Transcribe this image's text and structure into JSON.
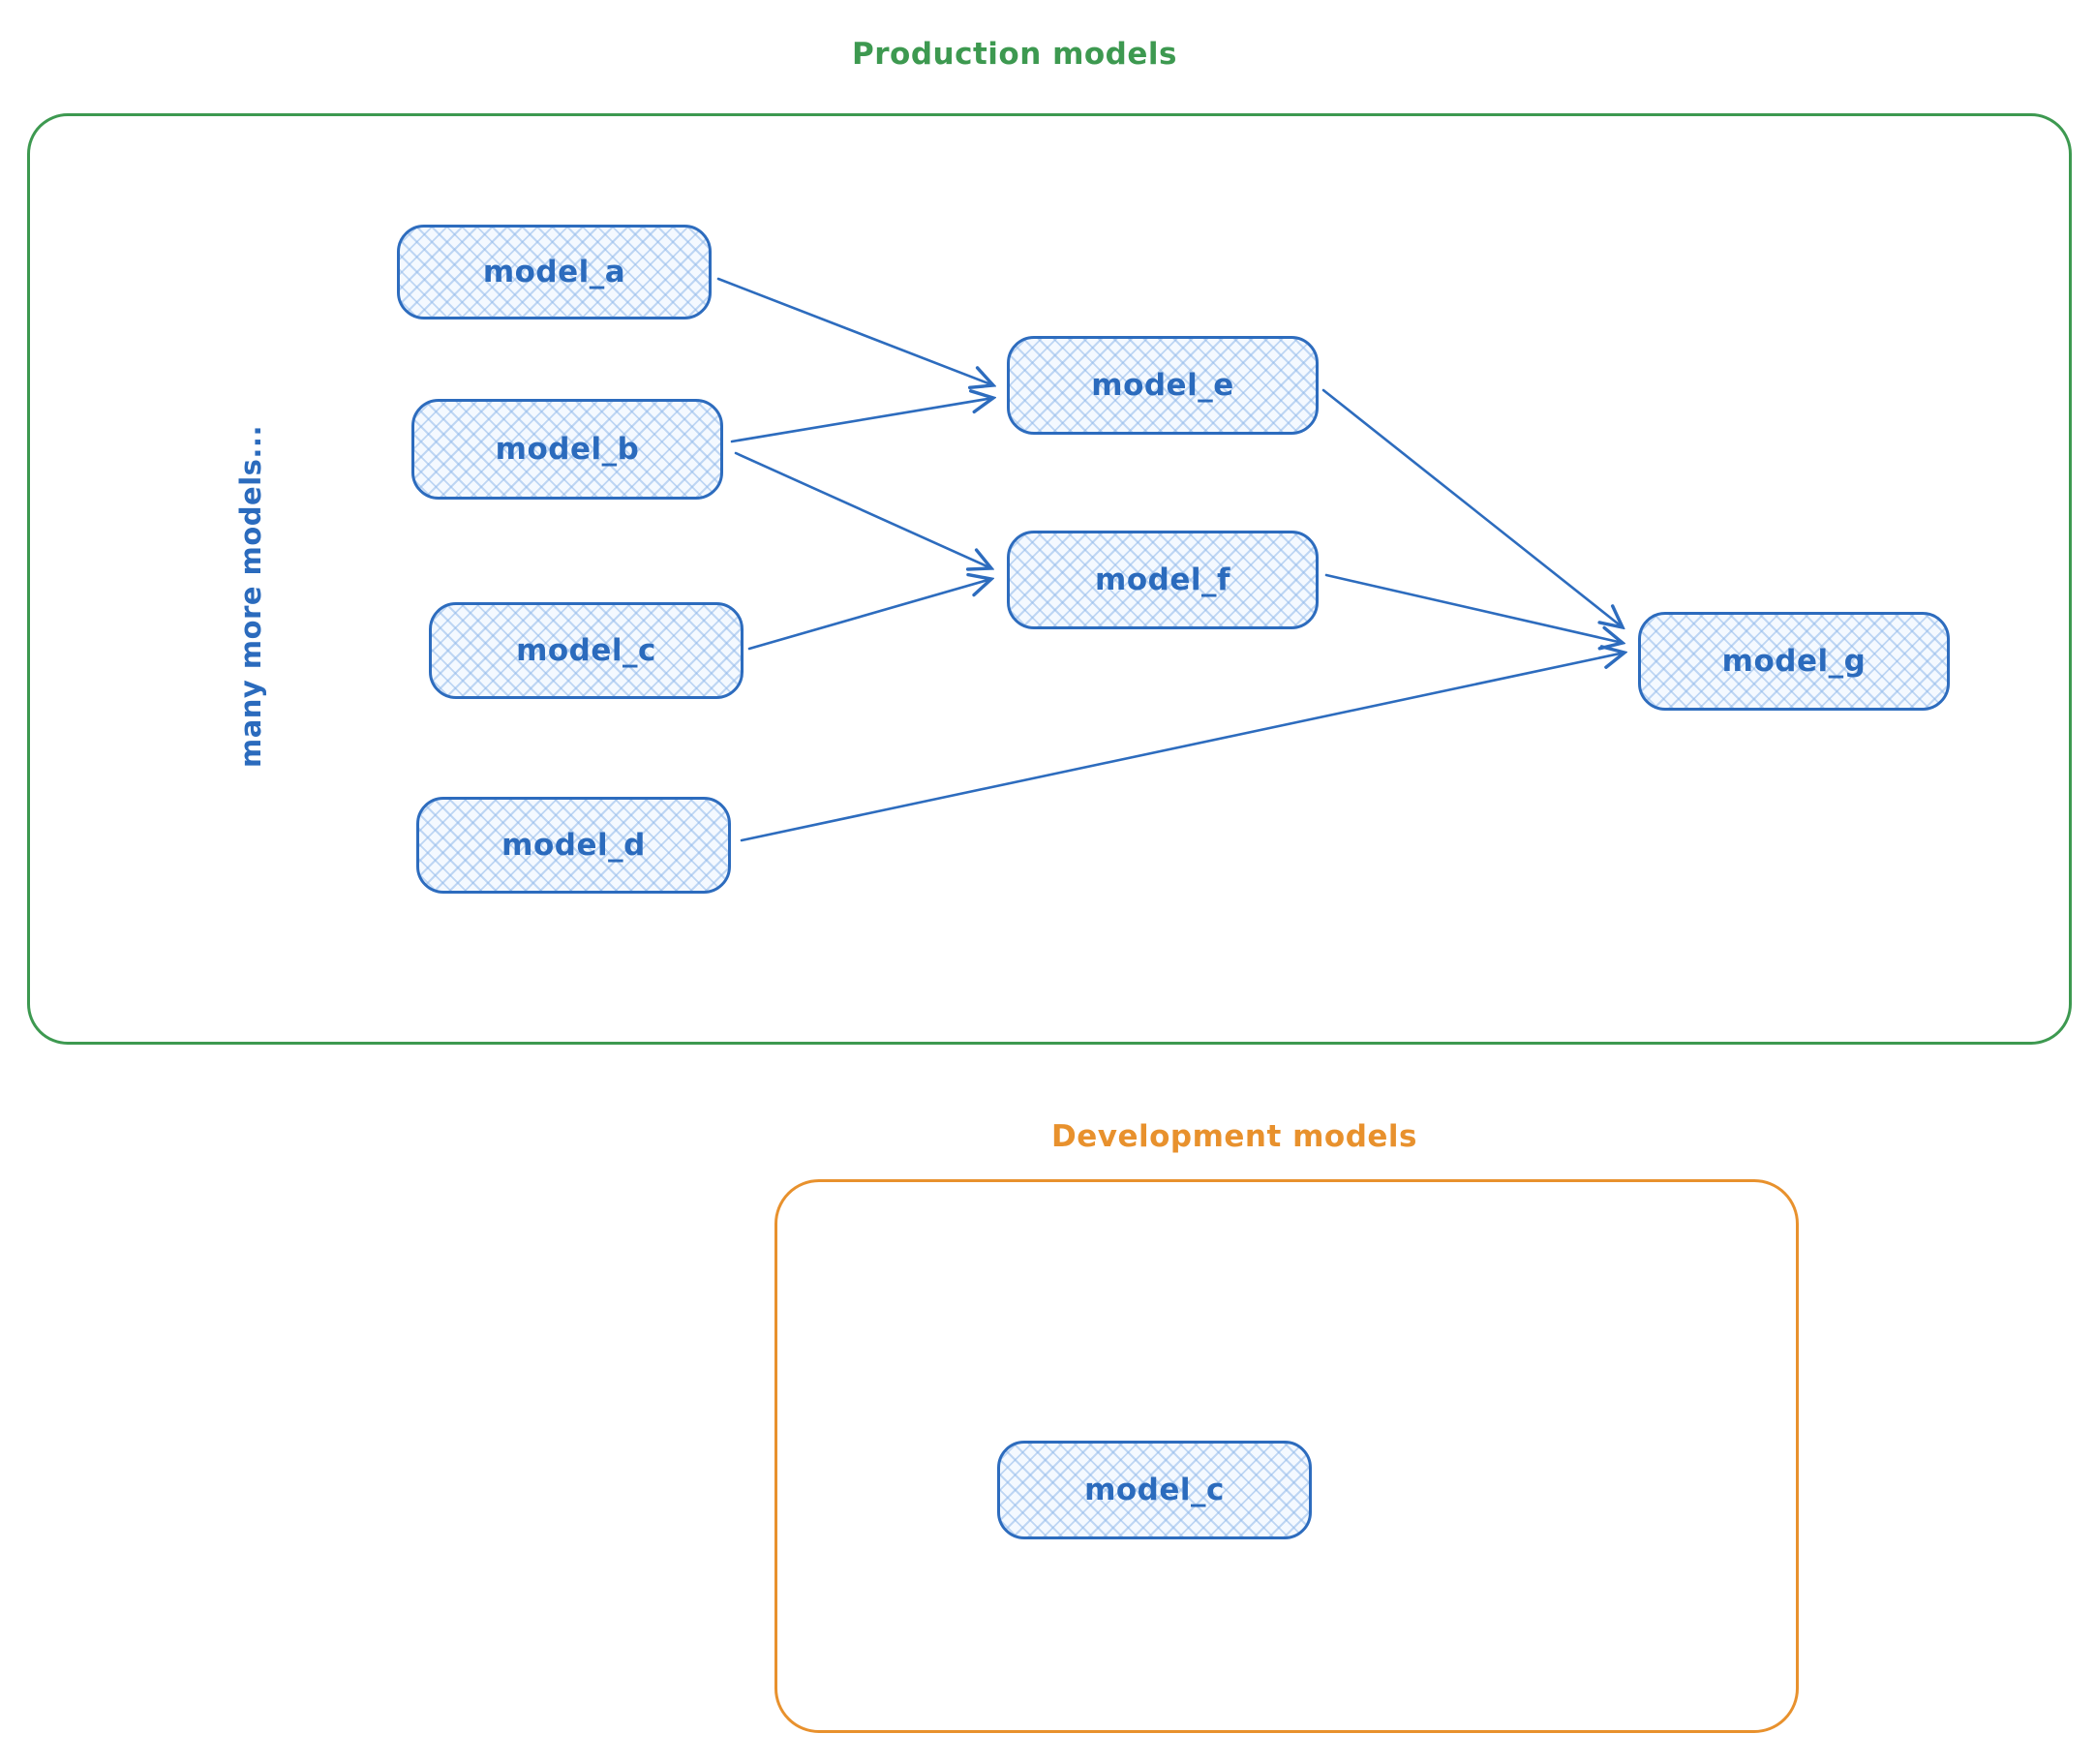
{
  "production": {
    "title": "Production models",
    "accent_color": "#3d9950",
    "annotation": "many more models...",
    "nodes": [
      {
        "id": "model_a",
        "label": "model_a"
      },
      {
        "id": "model_b",
        "label": "model_b"
      },
      {
        "id": "model_c",
        "label": "model_c"
      },
      {
        "id": "model_d",
        "label": "model_d"
      },
      {
        "id": "model_e",
        "label": "model_e"
      },
      {
        "id": "model_f",
        "label": "model_f"
      },
      {
        "id": "model_g",
        "label": "model_g"
      }
    ],
    "edges": [
      {
        "from": "model_a",
        "to": "model_e"
      },
      {
        "from": "model_b",
        "to": "model_e"
      },
      {
        "from": "model_b",
        "to": "model_f"
      },
      {
        "from": "model_c",
        "to": "model_f"
      },
      {
        "from": "model_e",
        "to": "model_g"
      },
      {
        "from": "model_f",
        "to": "model_g"
      },
      {
        "from": "model_d",
        "to": "model_g"
      }
    ]
  },
  "development": {
    "title": "Development models",
    "accent_color": "#e8912d",
    "nodes": [
      {
        "id": "model_c_dev",
        "label": "model_c"
      }
    ]
  },
  "node_style": {
    "border_color": "#2d6cbe",
    "fill_color": "#f4f9ff",
    "hatch_color": "#92bae9",
    "text_color": "#2b6bbd"
  }
}
